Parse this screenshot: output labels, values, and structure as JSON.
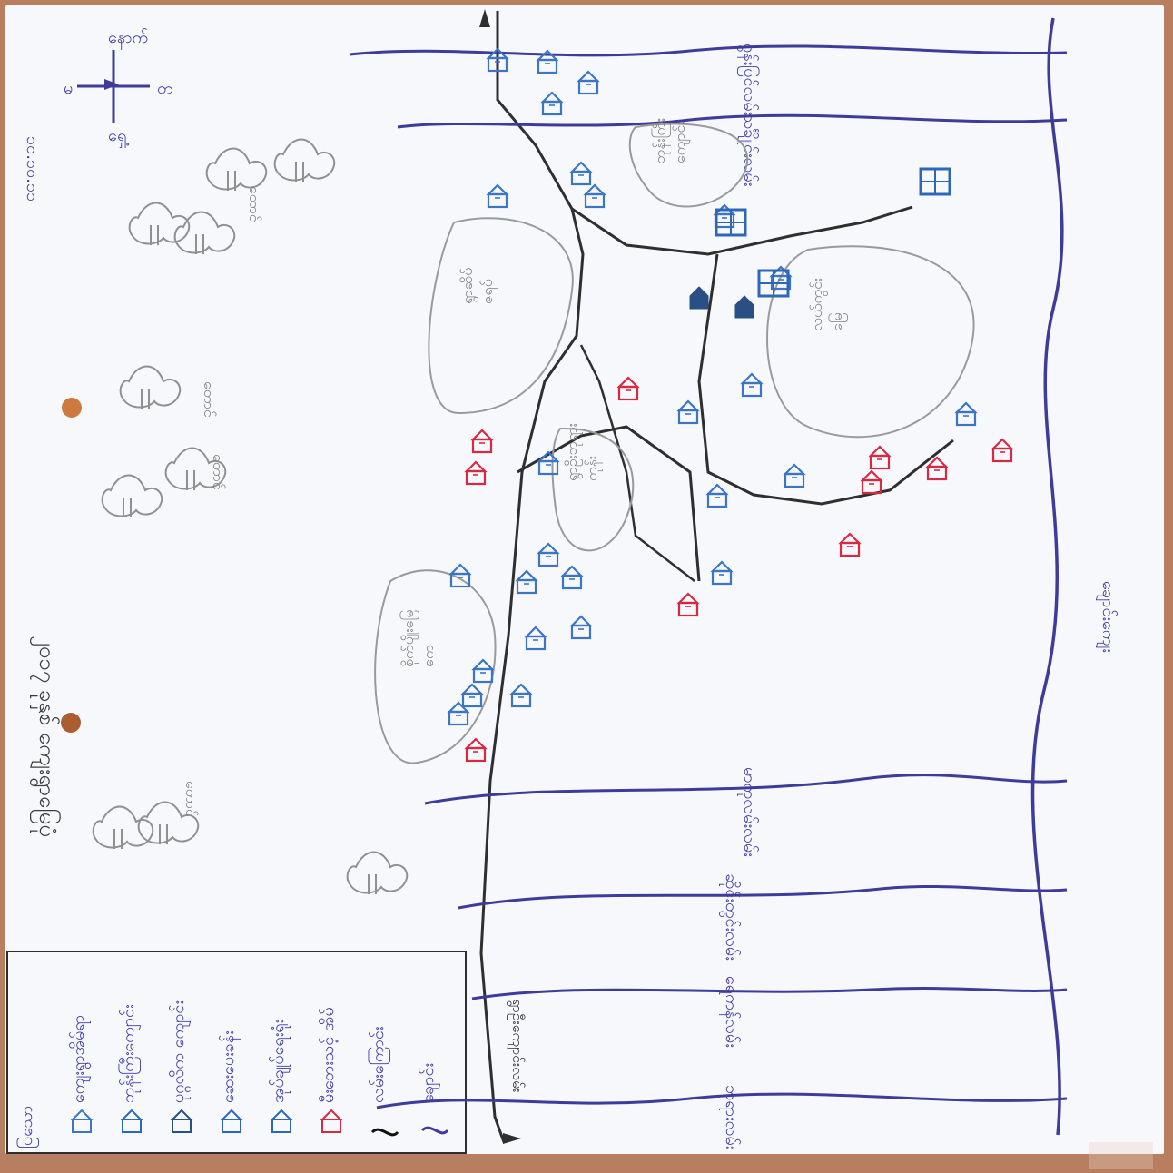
{
  "map": {
    "title": "၂၀၁၇ ခုနှစ် ကျေးရွာမြေပုံ",
    "date": "၁၀.၁၀.၁၁",
    "legend": {
      "title": "ပြသော",
      "items": [
        {
          "label": "ကျေးရွာအိမ်ရာ",
          "color": "#3a76c3",
          "icon": "house"
        },
        {
          "label": "ဘုန်းကြီးကျောင်း",
          "color": "#2c67b8",
          "icon": "monastery"
        },
        {
          "label": "ပုဂ္ဂလိက ကျောင်း",
          "color": "#2a4f85",
          "icon": "private-house"
        },
        {
          "label": "ဆေးပေးခန်း",
          "color": "#2f66b9",
          "icon": "clinic"
        },
        {
          "label": "အုပ်ချုပ်ရေးရုံး",
          "color": "#2c67b8",
          "icon": "office"
        },
        {
          "label": "မီးဘေးသင့် အိမ်",
          "color": "#d62a43",
          "icon": "fire-house"
        },
        {
          "label": "လမ်းကြောင်း",
          "color": "#111111",
          "icon": "road"
        },
        {
          "label": "ချောင်း",
          "color": "#3f3b9a",
          "icon": "stream"
        }
      ]
    },
    "labels": {
      "vertical_roads": [
        "ဘုရားလမ်း",
        "ဆိုင်းတွင်းလမ်း",
        "ရေကန်လမ်း",
        "မာကုလမ်းလမ်း",
        "သင်္ချိုင်းလမ်း",
        "ဂွန်းပြင်လမ်း"
      ],
      "horizontal_road": "ရွာဦးကျောင်းလမ်း",
      "bottom_stream": "ချောင်းကျေး"
    },
    "zones": [
      {
        "name": "စိုက်ပျိုးမြေ",
        "sub": "ဧက"
      },
      {
        "name": "ရွာဆိပ်",
        "sub": "ဇရပ်"
      },
      {
        "name": "ရွာဦးဘုရား",
        "sub": "ကုန်း"
      },
      {
        "name": "လယ်ကွင်း",
        "sub": "မြေ"
      },
      {
        "name": "ဘုန်းကြီး",
        "sub": "ကျောင်း"
      }
    ],
    "trees": {
      "label": "တောင်"
    },
    "compass": {
      "n": "မ",
      "s": "တ",
      "e": "ရှေ့",
      "w": "နောက်"
    }
  }
}
